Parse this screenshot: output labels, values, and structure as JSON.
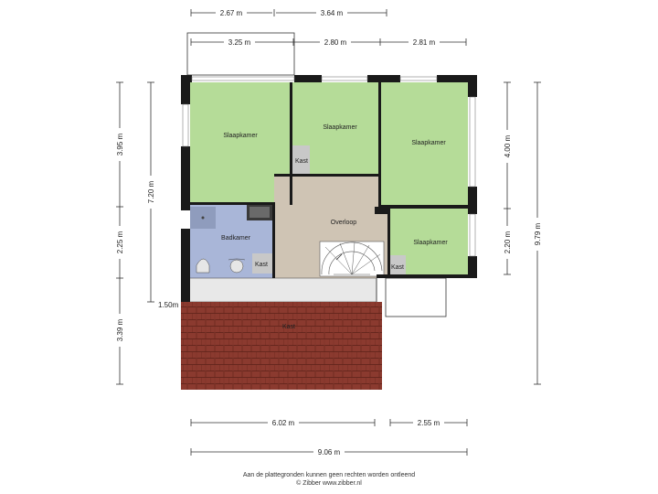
{
  "rooms": {
    "slaapkamer_1": "Slaapkamer",
    "slaapkamer_2": "Slaapkamer",
    "slaapkamer_3": "Slaapkamer",
    "slaapkamer_4": "Slaapkamer",
    "badkamer": "Badkamer",
    "overloop": "Overloop",
    "kast_1": "Kast",
    "kast_2": "Kast",
    "kast_3": "Kast",
    "kast_roof": "Kast"
  },
  "dimensions": {
    "top_row1_a": "2.67 m",
    "top_row1_b": "3.64 m",
    "top_row2_a": "3.25 m",
    "top_row2_b": "2.80 m",
    "top_row2_c": "2.81 m",
    "left_a": "3.95 m",
    "left_b": "2.25 m",
    "left_c": "3.39 m",
    "inner_left": "7.20 m",
    "inner_left_small": "1.50m",
    "right_a": "4.00 m",
    "right_b": "2.20 m",
    "right_total": "9.79 m",
    "bottom_a": "6.02 m",
    "bottom_b": "2.55 m",
    "bottom_total": "9.06 m"
  },
  "footer": {
    "line1": "Aan de plattegronden kunnen geen rechten worden ontleend",
    "line2": "© Zibber www.zibber.nl"
  },
  "colors": {
    "room_green": "#b5dc98",
    "bath_blue": "#a9b6d8",
    "hall_tan": "#cfc4b4",
    "roof_red": "#8b3a2f",
    "wall": "#1a1a1a"
  }
}
